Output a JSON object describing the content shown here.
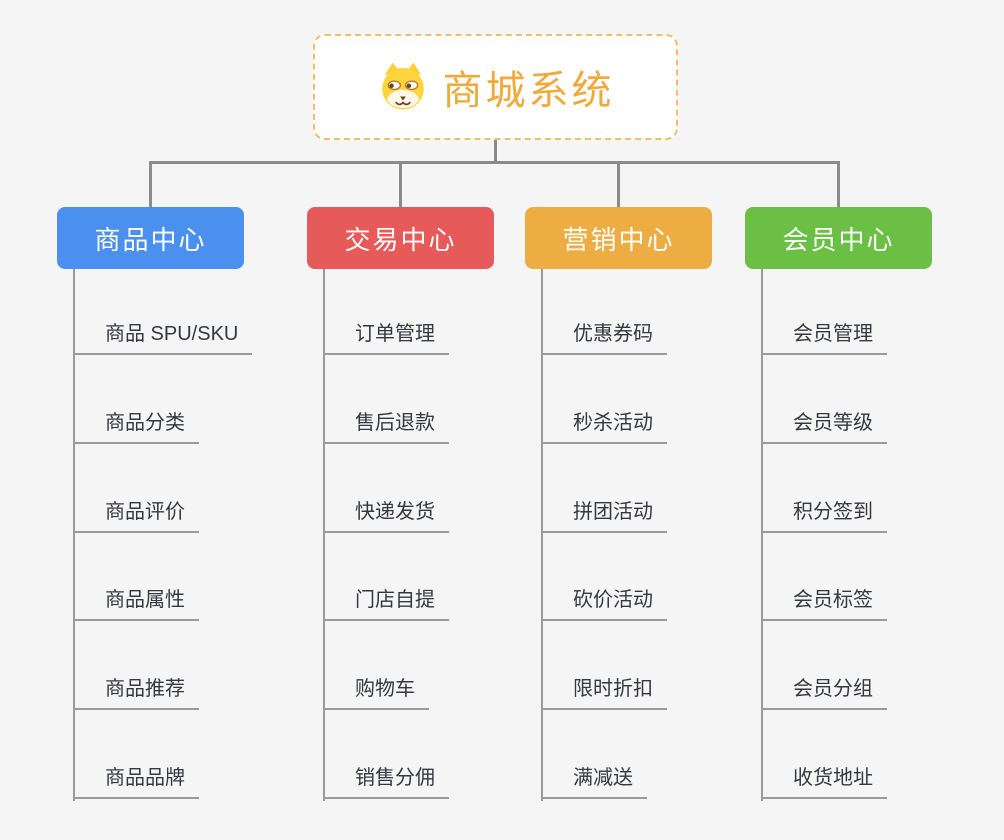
{
  "root": {
    "title": "商城系统",
    "icon": "shiba-dog-icon"
  },
  "branches": [
    {
      "label": "商品中心",
      "color": "#4b90ee",
      "items": [
        "商品 SPU/SKU",
        "商品分类",
        "商品评价",
        "商品属性",
        "商品推荐",
        "商品品牌"
      ]
    },
    {
      "label": "交易中心",
      "color": "#e75a5a",
      "items": [
        "订单管理",
        "售后退款",
        "快递发货",
        "门店自提",
        "购物车",
        "销售分佣"
      ]
    },
    {
      "label": "营销中心",
      "color": "#edad43",
      "items": [
        "优惠券码",
        "秒杀活动",
        "拼团活动",
        "砍价活动",
        "限时折扣",
        "满减送"
      ]
    },
    {
      "label": "会员中心",
      "color": "#6cbf45",
      "items": [
        "会员管理",
        "会员等级",
        "积分签到",
        "会员标签",
        "会员分组",
        "收货地址"
      ]
    }
  ],
  "colors": {
    "background": "#f5f5f5",
    "connector": "#8b8b8b",
    "underline": "#9a9a9a",
    "item_text": "#35383d",
    "root_text": "#f0a93b",
    "root_border": "#f3bd66"
  }
}
